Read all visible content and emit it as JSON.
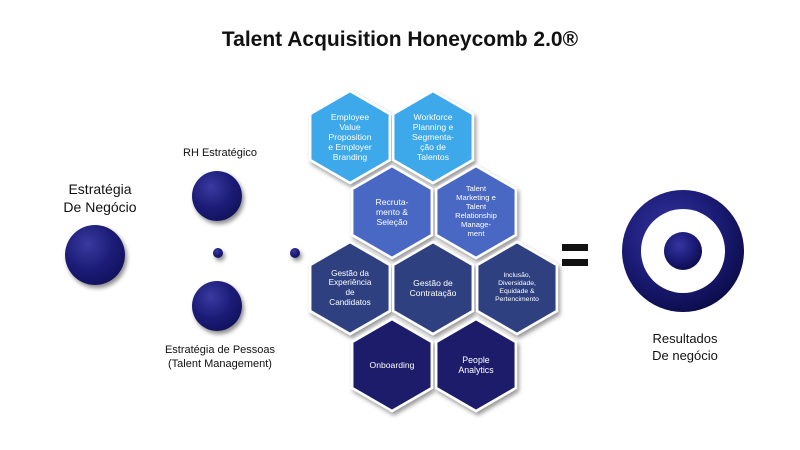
{
  "title": "Talent Acquisition Honeycomb 2.0®",
  "left_label": [
    "Estratégia",
    "De Negócio"
  ],
  "rh_label": "RH Estratégico",
  "pessoas_label": [
    "Estratégia de Pessoas",
    "(Talent Management)"
  ],
  "result_label": [
    "Resultados",
    "De negócio"
  ],
  "colors": {
    "light_blue": "#3ea8ea",
    "mid_blue": "#4a68c4",
    "slate": "#2d3f80",
    "navy": "#1c1b6b",
    "dot": "#1a1a66",
    "target_ring": "#1c1c78"
  },
  "hexagons": [
    {
      "key": "evp",
      "lines": [
        "Employee",
        "Value",
        "Proposition",
        "e Employer",
        "Branding"
      ],
      "color": "light_blue"
    },
    {
      "key": "wfp",
      "lines": [
        "Workforce",
        "Planning e",
        "Segmenta-",
        "ção de",
        "Talentos"
      ],
      "color": "light_blue"
    },
    {
      "key": "rec",
      "lines": [
        "Recruta-",
        "mento &",
        "Seleção"
      ],
      "color": "mid_blue"
    },
    {
      "key": "tmr",
      "lines": [
        "Talent",
        "Marketing e",
        "Talent",
        "Relationship",
        "Manage-",
        "ment"
      ],
      "color": "mid_blue"
    },
    {
      "key": "gec",
      "lines": [
        "Gestão da",
        "Experiência",
        "de",
        "Candidatos"
      ],
      "color": "slate"
    },
    {
      "key": "gco",
      "lines": [
        "Gestão de",
        "Contratação"
      ],
      "color": "slate"
    },
    {
      "key": "inc",
      "lines": [
        "Inclusão,",
        "Diversidade,",
        "Equidade &",
        "Pertencimento"
      ],
      "color": "slate"
    },
    {
      "key": "onb",
      "lines": [
        "Onboarding"
      ],
      "color": "navy"
    },
    {
      "key": "pan",
      "lines": [
        "People",
        "Analytics"
      ],
      "color": "navy"
    }
  ]
}
